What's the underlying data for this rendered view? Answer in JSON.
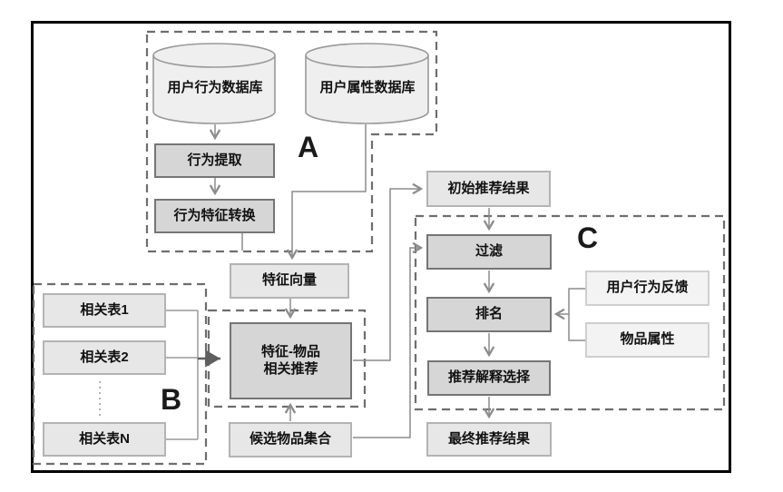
{
  "groups": {
    "a": {
      "label": "A"
    },
    "b": {
      "label": "B"
    },
    "c": {
      "label": "C"
    }
  },
  "databases": {
    "user_behavior": {
      "label": "用户行为数据库"
    },
    "user_attribute": {
      "label": "用户属性数据库"
    }
  },
  "nodes": {
    "behavior_extraction": {
      "label": "行为提取"
    },
    "behavior_feature_conversion": {
      "label": "行为特征转换"
    },
    "feature_vector": {
      "label": "特征向量"
    },
    "feature_item_recommendation": {
      "line1": "特征-物品",
      "line2": "相关推荐"
    },
    "candidate_item_set": {
      "label": "候选物品集合"
    },
    "initial_recommendation_result": {
      "label": "初始推荐结果"
    },
    "filter": {
      "label": "过滤"
    },
    "ranking": {
      "label": "排名"
    },
    "recommendation_explanation_selection": {
      "label": "推荐解释选择"
    },
    "final_recommendation_result": {
      "label": "最终推荐结果"
    },
    "user_behavior_feedback": {
      "label": "用户行为反馈"
    },
    "item_attribute": {
      "label": "物品属性"
    },
    "related_table_1": {
      "label": "相关表1"
    },
    "related_table_2": {
      "label": "相关表2"
    },
    "related_table_n": {
      "label": "相关表N"
    }
  },
  "colors": {
    "process_fill": "#d6d6d6",
    "process_border": "#757575",
    "light_fill": "#e7e7e7",
    "light_border": "#b3b3b3",
    "extra_light_fill": "#f3f3f3",
    "extra_light_border": "#cfcfcf",
    "connector": "#8c8c8c",
    "dashed_group_border": "#6e6e6e",
    "outer_frame": "#000000"
  }
}
